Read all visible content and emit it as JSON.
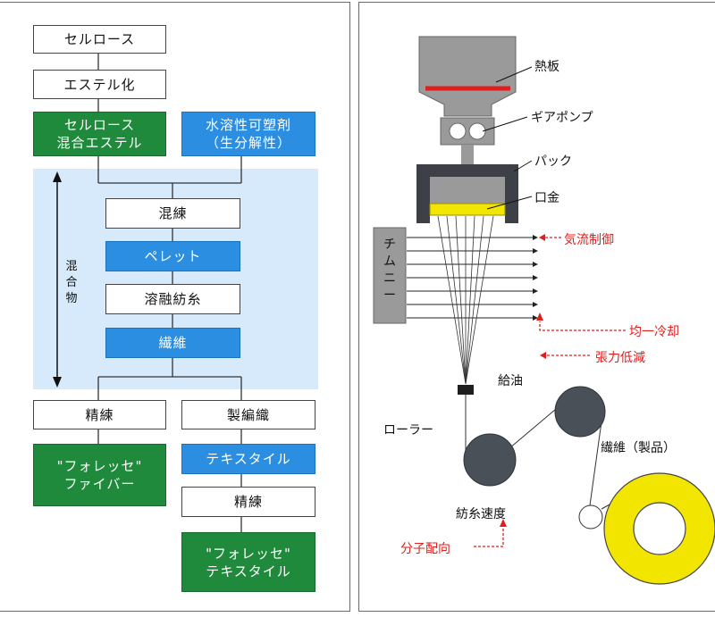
{
  "left": {
    "cellulose": "セルロース",
    "esterify": "エステル化",
    "mixed_ester": [
      "セルロース",
      "混合エステル"
    ],
    "plasticizer": [
      "水溶性可塑剤",
      "（生分解性）"
    ],
    "mixture_label": [
      "混",
      "合",
      "物"
    ],
    "kneading": "混練",
    "pellet": "ペレット",
    "melt_spinning": "溶融紡糸",
    "fiber": "繊維",
    "refining_left": "精練",
    "knitting": "製編織",
    "product_fiber": [
      "\"フォレッセ\"",
      "ファイバー"
    ],
    "textile": "テキスタイル",
    "refining_right": "精練",
    "product_textile": [
      "\"フォレッセ\"",
      "テキスタイル"
    ]
  },
  "right": {
    "hot_plate": "熱板",
    "gear_pump": "ギアポンプ",
    "pack": "パック",
    "nozzle": "口金",
    "chimney": "チムニー",
    "airflow_control": "気流制御",
    "uniform_cooling": "均一冷却",
    "tension_reduction": "張力低減",
    "oiling": "給油",
    "roller": "ローラー",
    "spinning_speed": "紡糸速度",
    "molecular_orientation": "分子配向",
    "fiber_product": "繊維（製品）"
  },
  "colors": {
    "green": "#1f8a3b",
    "blue": "#2b8ee0",
    "light_blue_band": "#d6eafc",
    "red_annotation": "#e01e1e",
    "yellow": "#f2e600",
    "dark_gray": "#4a5058",
    "gray": "#9a9a9a"
  }
}
